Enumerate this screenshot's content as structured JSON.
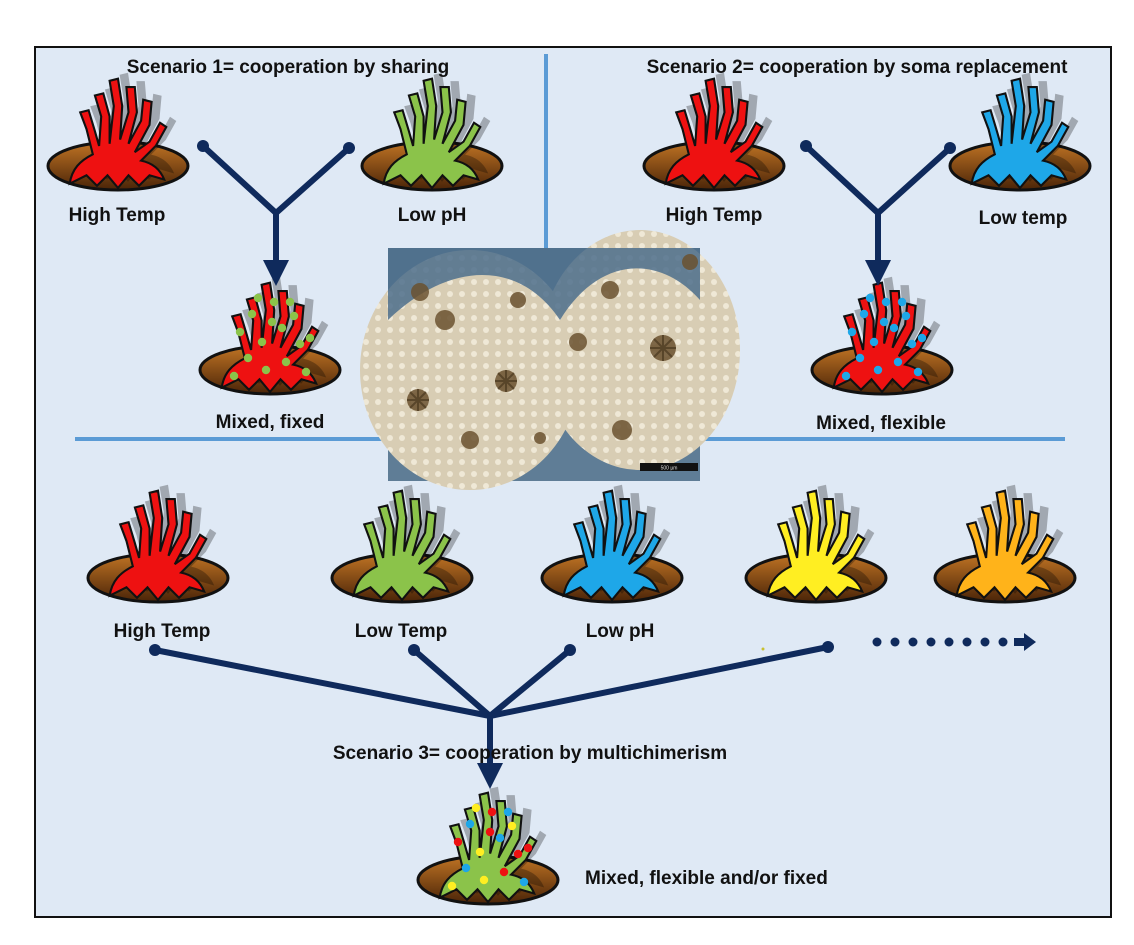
{
  "colors": {
    "background": "#dfe9f5",
    "divider": "#5b9bd5",
    "connector": "#0f2a5c",
    "base_light": "#b86a1a",
    "base_dark": "#4a2408",
    "red": "#ee1111",
    "green": "#8bc34a",
    "blue": "#1ea7e8",
    "yellow": "#ffee22",
    "orange": "#ffb31a"
  },
  "scenario1": {
    "title": "Scenario 1= cooperation by sharing",
    "left_label": "High Temp",
    "right_label": "Low pH",
    "result_label": "Mixed, fixed"
  },
  "scenario2": {
    "title": "Scenario 2= cooperation by soma replacement",
    "left_label": "High Temp",
    "right_label": "Low temp",
    "result_label": "Mixed, flexible"
  },
  "scenario3": {
    "title": "Scenario 3= cooperation by multichimerism",
    "labels": [
      "High Temp",
      "Low Temp",
      "Low pH"
    ],
    "result_label": "Mixed, flexible and/or fixed"
  },
  "photo": {
    "scale_bar_text": "500 µm"
  }
}
